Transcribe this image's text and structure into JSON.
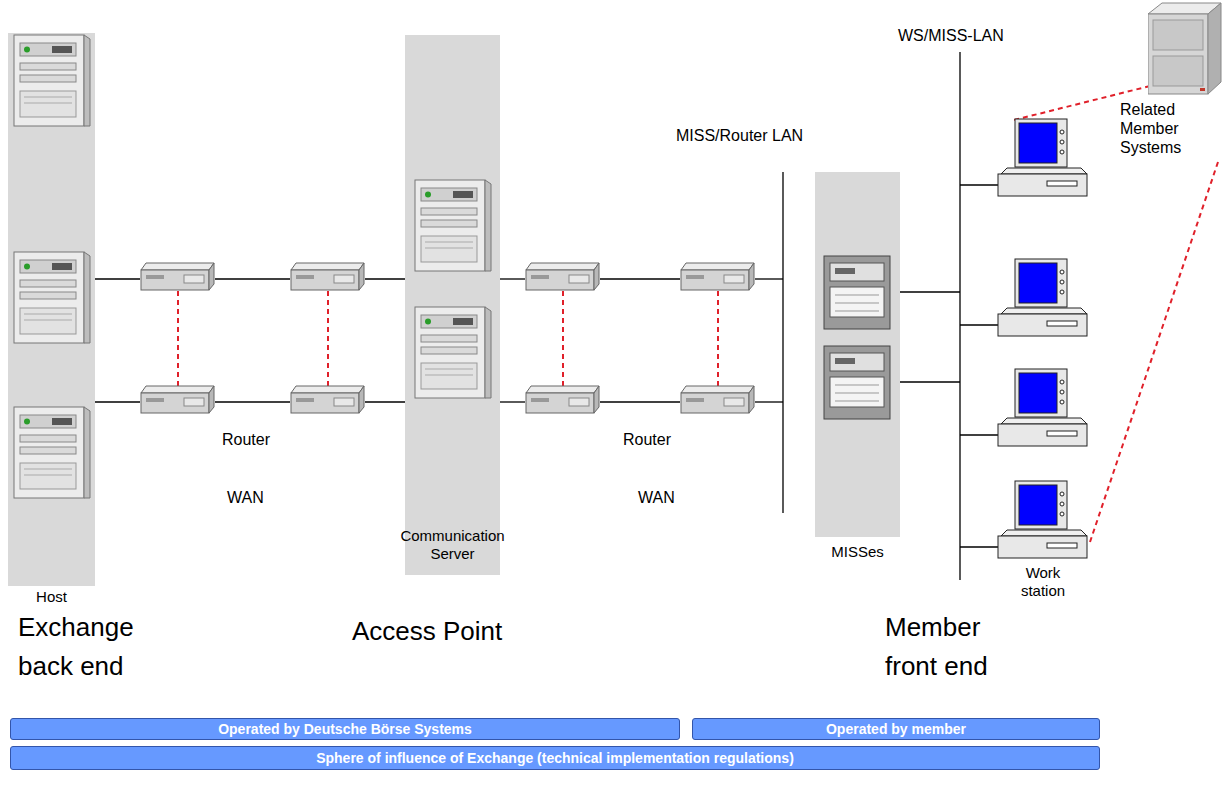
{
  "diagram": {
    "nodes": [
      {
        "text": [
          "Host"
        ]
      },
      {
        "text": [
          "Communication Server"
        ]
      },
      {
        "text": [
          "MISSes"
        ]
      },
      {
        "text": [
          "Work station"
        ]
      },
      {
        "text": [
          "Related Member Systems"
        ]
      },
      {
        "text": [
          "Operated by Deutsche Börse Systems"
        ]
      },
      {
        "text": [
          "Operated by member"
        ]
      },
      {
        "text": [
          "Sphere of influence of Exchange (technical implementation regulations)"
        ]
      }
    ],
    "edges": [
      {
        "from": 4,
        "to": 3,
        "arrow": "none"
      }
    ],
    "labels": [
      "WS/MISS-LAN",
      "MISS/Router LAN",
      "Router",
      "WAN",
      "Router",
      "WAN",
      "Exchange back end",
      "Access Point",
      "Member front end"
    ]
  }
}
